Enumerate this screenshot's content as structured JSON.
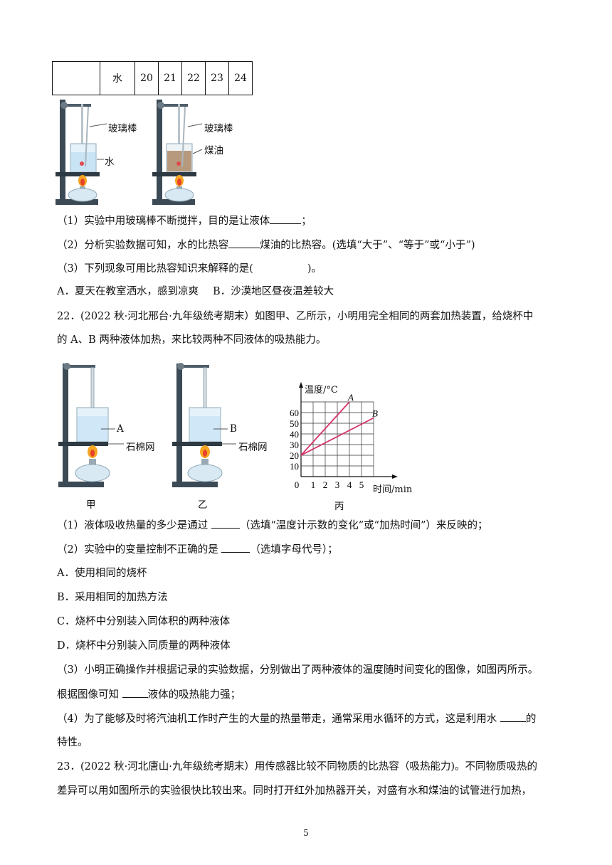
{
  "table": {
    "row": [
      "",
      "水",
      "20",
      "21",
      "22",
      "23",
      "24"
    ]
  },
  "fig1": {
    "label_rod_left": "玻璃棒",
    "label_water": "水",
    "label_rod_right": "玻璃棒",
    "label_kerosene": "煤油"
  },
  "q21": {
    "sub1_pre": "（1）实验中用玻璃棒不断搅拌，目的是让液体",
    "sub1_post": "；",
    "sub2_pre": "（2）分析实验数据可知，水的比热容",
    "sub2_post": "煤油的比热容。(选填“大于”、“等于”或“小于”)",
    "sub3_pre": "（3）下列现象可用比热容知识来解释的是(",
    "sub3_post": ")。",
    "optA": "A．夏天在教室洒水，感到凉爽",
    "optB": "B．沙漠地区昼夜温差较大"
  },
  "q22": {
    "stem_line1": "22．(2022 秋·河北邢台·九年级统考期末）如图甲、乙所示，小明用完全相同的两套加热装置，给烧杯中",
    "stem_line2": "的 A、B 两种液体加热，来比较两种不同液体的吸热能力。",
    "label_A": "A",
    "label_net_left": "石棉网",
    "label_B": "B",
    "label_net_right": "石棉网",
    "cap_jia": "甲",
    "cap_yi": "乙",
    "cap_bing": "丙",
    "sub1_pre": "（1）液体吸收热量的多少是通过",
    "sub1_post": "（选填“温度计示数的变化”或“加热时间”）来反映的；",
    "sub2_pre": "（2）实验中的变量控制不正确的是",
    "sub2_post": "（选填字母代号）；",
    "optA": "A．使用相同的烧杯",
    "optB": "B．采用相同的加热方法",
    "optC": "C．烧杯中分别装入同体积的两种液体",
    "optD": "D．烧杯中分别装入同质量的两种液体",
    "sub3_line1": "（3）小明正确操作并根据记录的实验数据，分别做出了两种液体的温度随时间变化的图像，如图丙所示。",
    "sub3_line2_pre": "根据图像可知",
    "sub3_line2_post": "液体的吸热能力强；",
    "sub4_line1_pre": "（4）为了能够及时将汽油机工作时产生的大量的热量带走，通常采用水循环的方式，这是利用水",
    "sub4_line1_post": "的",
    "sub4_line2": "特性。"
  },
  "q23": {
    "line1": "23．(2022 秋·河北唐山·九年级统考期末）用传感器比较不同物质的比热容（吸热能力)。不同物质吸热的",
    "line2": "差异可以用如图所示的实验很快比较出来。同时打开红外加热器开关，对盛有水和煤油的试管进行加热，"
  },
  "page_number": "5",
  "chart_data": {
    "type": "line",
    "ylabel": "温度/°C",
    "xlabel": "时间/min",
    "x_ticks": [
      0,
      1,
      2,
      3,
      4,
      5
    ],
    "y_ticks": [
      10,
      20,
      30,
      40,
      50,
      60
    ],
    "xlim": [
      0,
      6
    ],
    "ylim": [
      0,
      70
    ],
    "grid": true,
    "series": [
      {
        "name": "A",
        "x": [
          0,
          4
        ],
        "y": [
          20,
          70
        ]
      },
      {
        "name": "B",
        "x": [
          0,
          6
        ],
        "y": [
          20,
          55
        ]
      }
    ],
    "line_color": "#d6336c"
  }
}
